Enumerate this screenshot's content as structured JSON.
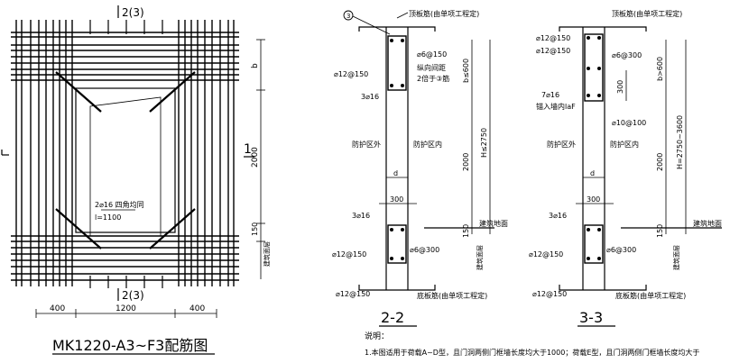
{
  "left": {
    "title": "MK1220-A3~F3配筋图",
    "section_top": "2(3)",
    "section_bottom": "2(3)",
    "section_side": "1",
    "dim_bottom": [
      "400",
      "1200",
      "400"
    ],
    "dim_right": [
      "b",
      "2000",
      "150",
      "建筑面层"
    ],
    "door_note": [
      "2⌀16 四角均同",
      "l=1100"
    ]
  },
  "section22": {
    "title": "2-2",
    "marker": "3",
    "top_label": "顶板筋(由单项工程定)",
    "bottom_label": "底板筋(由单项工程定)",
    "labels": [
      "⌀6@150",
      "⌀12@150",
      "纵向间距",
      "2倍于③筋",
      "3⌀16",
      "防护区外",
      "防护区内",
      "d",
      "300",
      "3⌀16",
      "⌀6@300",
      "⌀12@150",
      "⌀12@150",
      "建筑地面",
      "建筑面层"
    ],
    "dims": [
      "b≤600",
      "2000",
      "H≤2750",
      "150"
    ]
  },
  "section33": {
    "title": "3-3",
    "top_label": "顶板筋(由单项工程定)",
    "bottom_label": "底板筋(由单项工程定)",
    "labels": [
      "⌀12@150",
      "⌀12@150",
      "⌀6@300",
      "7⌀16",
      "锚入墙内laF",
      "⌀10@100",
      "防护区外",
      "防护区内",
      "d",
      "300",
      "3⌀16",
      "⌀6@300",
      "⌀12@150",
      "⌀12@150",
      "建筑地面",
      "建筑面层"
    ],
    "dims": [
      "300",
      "b>600",
      "2000",
      "H=2750~3600",
      "150"
    ]
  },
  "notes": {
    "heading": "说明：",
    "line1": "1.本图适用于荷载A~D型，且门洞两侧门框墙长度均大于1000；荷载E型，且门洞两侧门框墙长度均大于"
  }
}
